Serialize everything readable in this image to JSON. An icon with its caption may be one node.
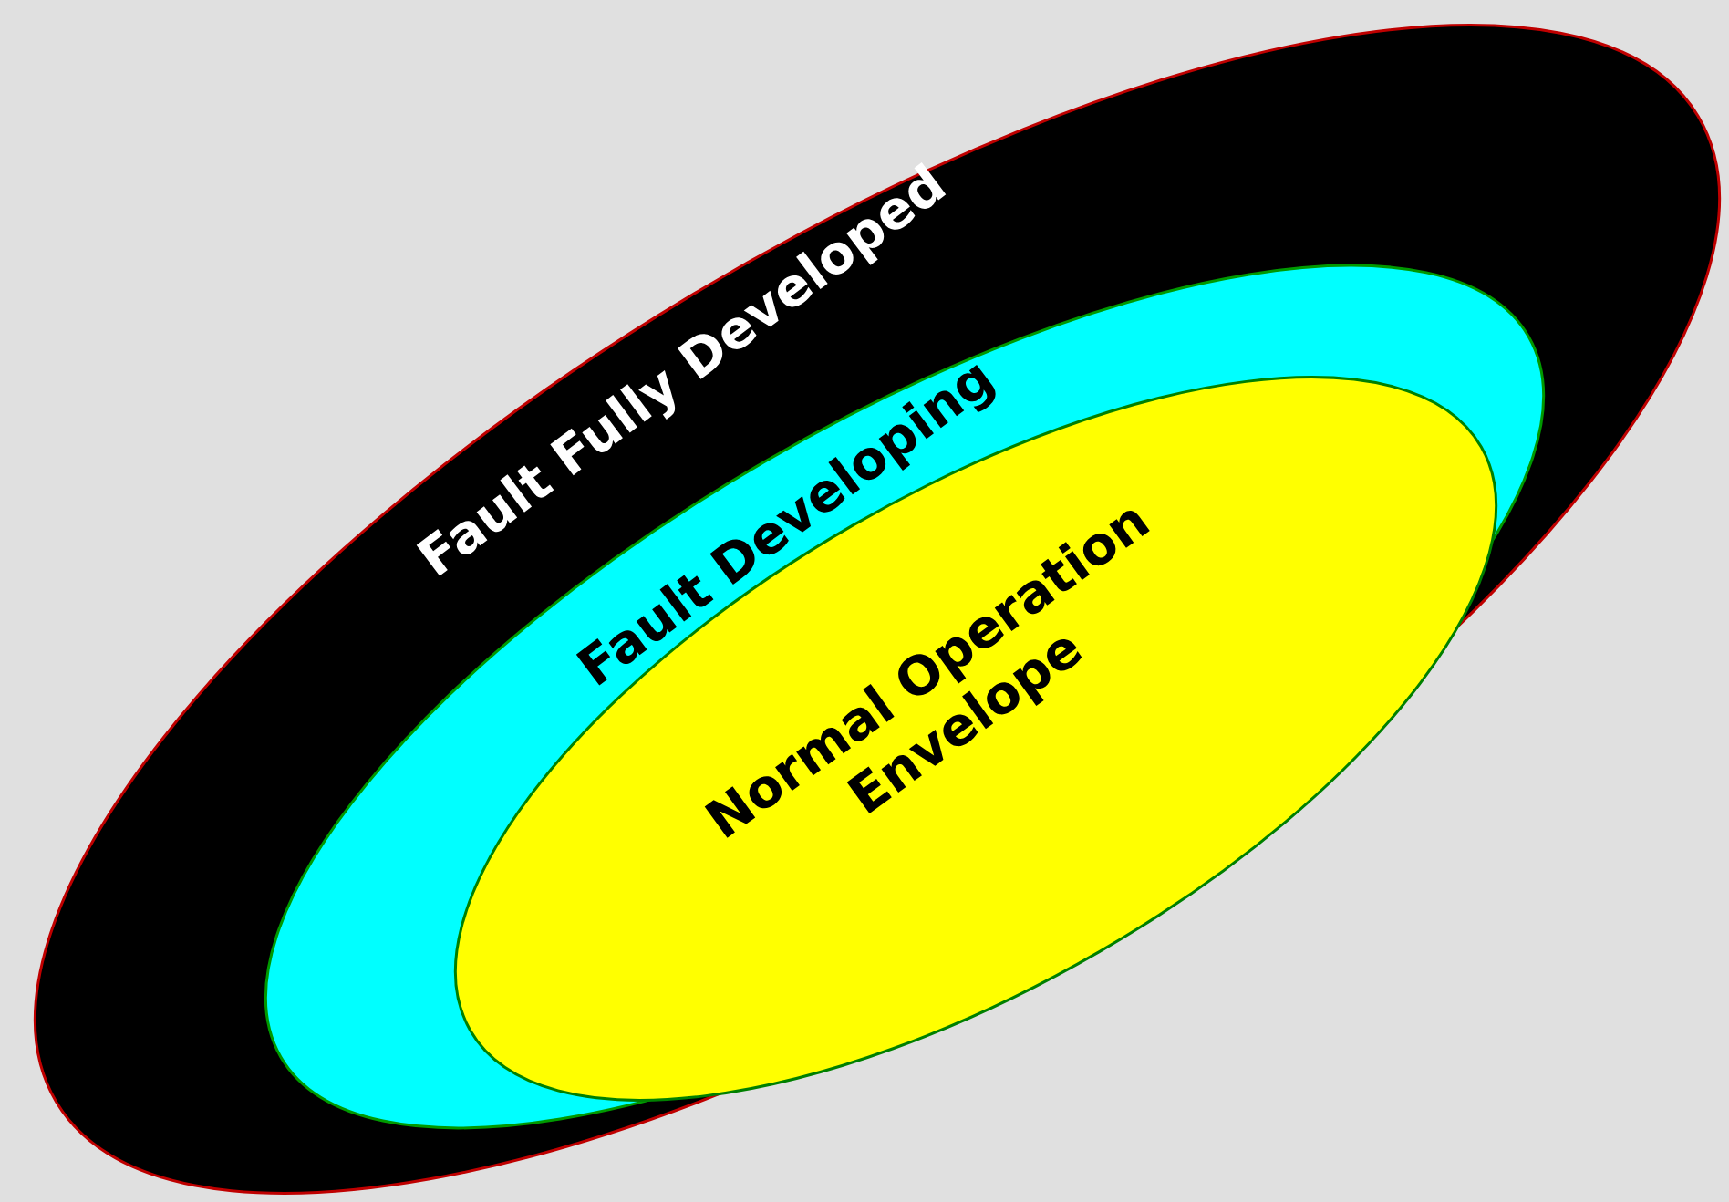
{
  "diagram": {
    "nodes": [
      {
        "text": [
          "Fault Fully Developed"
        ]
      },
      {
        "text": [
          "Fault Developing"
        ],
        "in": 0
      },
      {
        "text": [
          "Normal Operation Envelope"
        ],
        "in": 1
      }
    ]
  }
}
